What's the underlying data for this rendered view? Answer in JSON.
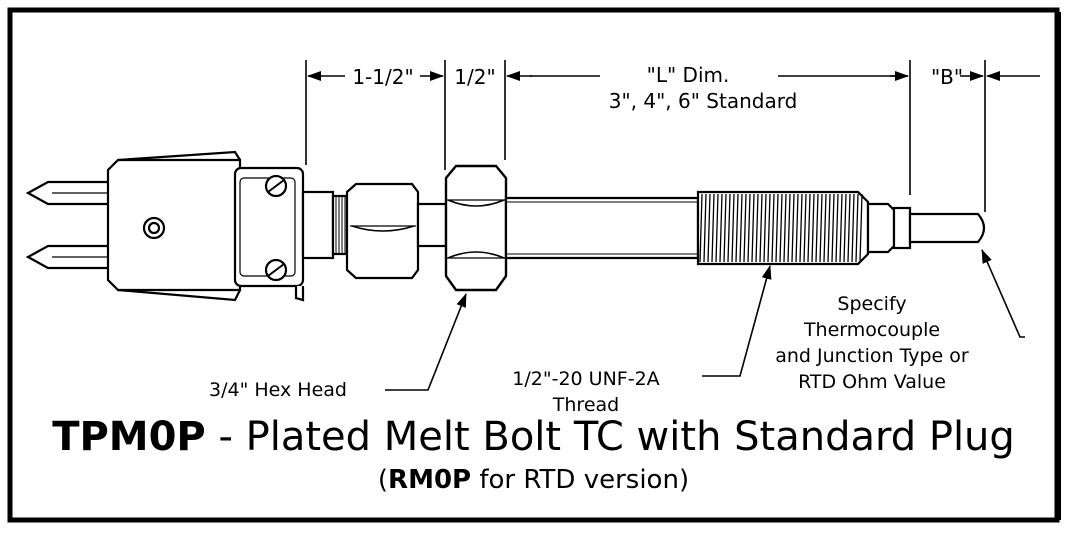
{
  "dimensions": {
    "plug_len": "1-1/2\"",
    "hex_len": "1/2\"",
    "l_dim": "\"L\" Dim.",
    "l_standard": "3\", 4\", 6\" Standard",
    "b_dim": "\"B\""
  },
  "callouts": {
    "hex_head": "3/4\" Hex Head",
    "thread_line1": "1/2\"-20 UNF-2A",
    "thread_line2": "Thread",
    "specify_line1": "Specify",
    "specify_line2": "Thermocouple",
    "specify_line3": "and Junction Type or",
    "specify_line4": "RTD Ohm Value"
  },
  "title": {
    "model": "TPM0P",
    "description": " - Plated Melt Bolt TC with Standard Plug"
  },
  "subtitle": {
    "open": "(",
    "model": "RM0P",
    "rest": " for RTD version)"
  }
}
